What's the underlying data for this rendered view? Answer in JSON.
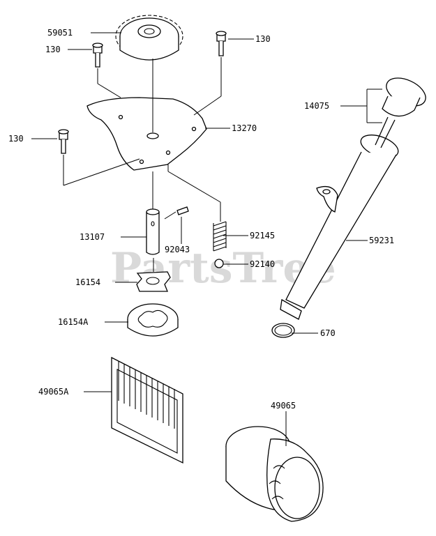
{
  "watermark": {
    "text": "PartsTree",
    "trademark": "™"
  },
  "labels": {
    "p59051": "59051",
    "p130_a": "130",
    "p130_b": "130",
    "p130_c": "130",
    "p13270": "13270",
    "p14075": "14075",
    "p13107": "13107",
    "p92043": "92043",
    "p92145": "92145",
    "p92140": "92140",
    "p59231": "59231",
    "p16154": "16154",
    "p16154A": "16154A",
    "p670": "670",
    "p49065A": "49065A",
    "p49065": "49065"
  }
}
